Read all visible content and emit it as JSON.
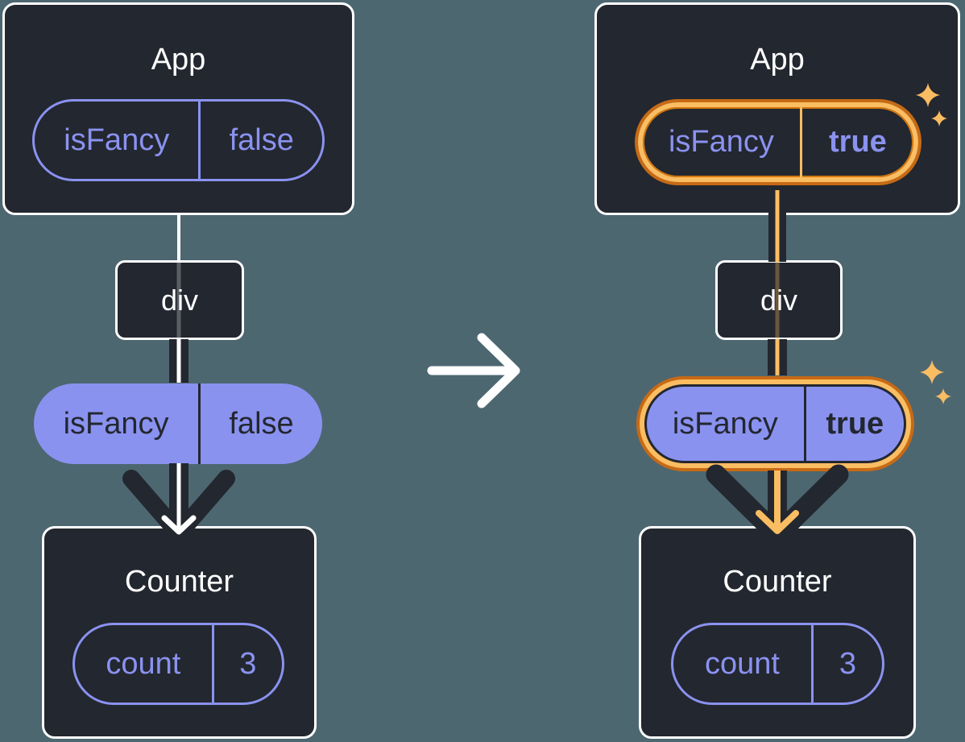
{
  "colors": {
    "background": "#4D6771",
    "node_fill": "#23272F",
    "node_border": "#FFFFFF",
    "purple": "#8A92F0",
    "dark_text": "#23272F",
    "highlight_orange_light": "#FABD62",
    "highlight_orange_dark": "#C76A15",
    "arrow_dark": "#23272F",
    "arrow_core_before": "#FFFFFF",
    "arrow_core_after": "#FABD62"
  },
  "before": {
    "app": {
      "title": "App",
      "state_pill": {
        "label": "isFancy",
        "value": "false"
      }
    },
    "div_node": {
      "label": "div"
    },
    "prop_pill": {
      "label": "isFancy",
      "value": "false"
    },
    "counter": {
      "title": "Counter",
      "state_pill": {
        "label": "count",
        "value": "3"
      }
    }
  },
  "after": {
    "app": {
      "title": "App",
      "state_pill": {
        "label": "isFancy",
        "value": "true"
      }
    },
    "div_node": {
      "label": "div"
    },
    "prop_pill": {
      "label": "isFancy",
      "value": "true"
    },
    "counter": {
      "title": "Counter",
      "state_pill": {
        "label": "count",
        "value": "3"
      }
    }
  },
  "icons": {
    "transition_arrow": "right-arrow",
    "sparkle": "four-point-star"
  }
}
